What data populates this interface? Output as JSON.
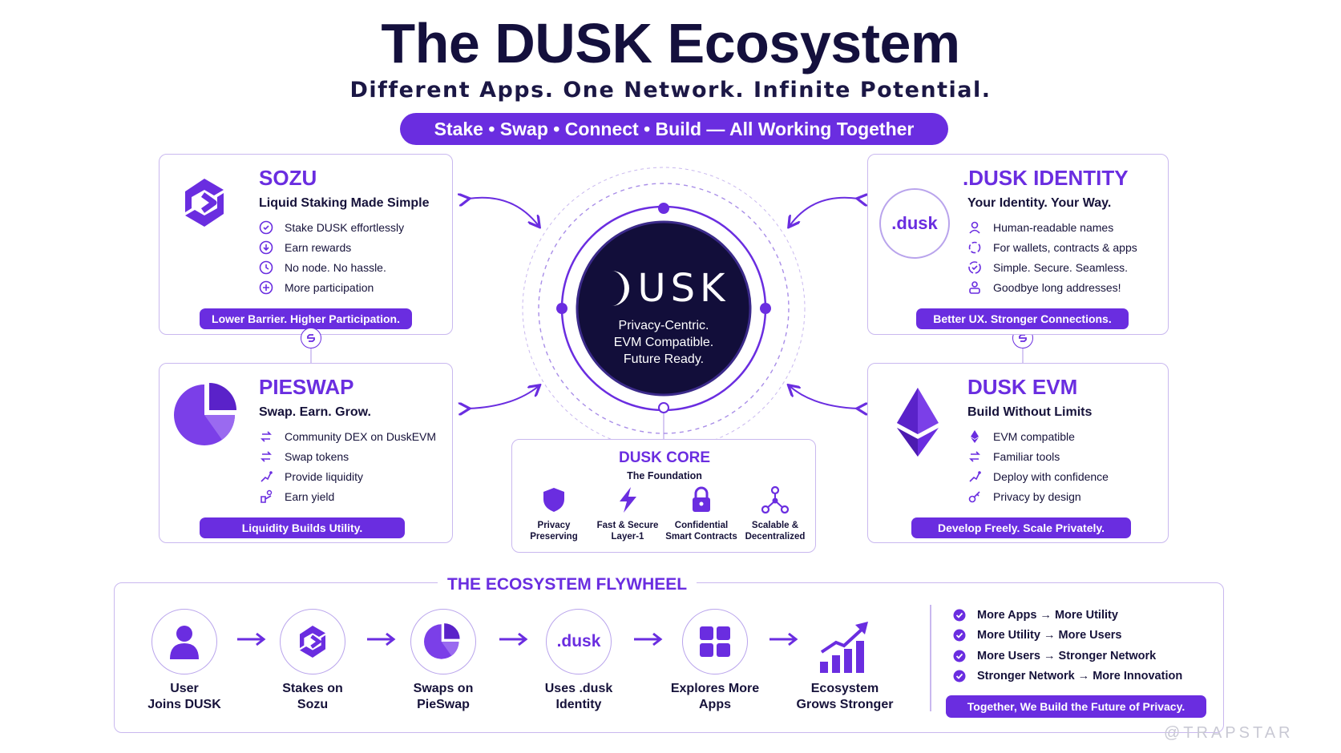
{
  "header": {
    "title": "The DUSK Ecosystem",
    "subtitle": "Different Apps. One Network. Infinite Potential.",
    "tagline": "Stake • Swap • Connect • Build — All Working Together"
  },
  "sozu": {
    "title": "SOZU",
    "subtitle": "Liquid Staking Made Simple",
    "features": [
      "Stake DUSK effortlessly",
      "Earn rewards",
      "No node. No hassle.",
      "More participation"
    ],
    "pill": "Lower Barrier. Higher Participation."
  },
  "pieswap": {
    "title": "PIESWAP",
    "subtitle": "Swap. Earn. Grow.",
    "features": [
      "Community DEX on DuskEVM",
      "Swap tokens",
      "Provide liquidity",
      "Earn yield"
    ],
    "pill": "Liquidity Builds Utility."
  },
  "identity": {
    "title": ".DUSK IDENTITY",
    "logo_text": ".dusk",
    "subtitle": "Your Identity. Your Way.",
    "features": [
      "Human-readable names",
      "For wallets, contracts & apps",
      "Simple. Secure. Seamless.",
      "Goodbye long addresses!"
    ],
    "pill": "Better UX. Stronger Connections."
  },
  "evm": {
    "title": "DUSK EVM",
    "subtitle": "Build Without Limits",
    "features": [
      "EVM compatible",
      "Familiar tools",
      "Deploy with confidence",
      "Privacy by design"
    ],
    "pill": "Develop Freely. Scale Privately."
  },
  "hub": {
    "logo": "USK",
    "lines": [
      "Privacy-Centric.",
      "EVM Compatible.",
      "Future Ready."
    ]
  },
  "core": {
    "title": "DUSK CORE",
    "subtitle": "The Foundation",
    "items": [
      {
        "l1": "Privacy",
        "l2": "Preserving",
        "icon": "shield-icon"
      },
      {
        "l1": "Fast & Secure",
        "l2": "Layer-1",
        "icon": "lightning-icon"
      },
      {
        "l1": "Confidential",
        "l2": "Smart Contracts",
        "icon": "lock-icon"
      },
      {
        "l1": "Scalable &",
        "l2": "Decentralized",
        "icon": "network-icon"
      }
    ]
  },
  "flywheel": {
    "title": "THE ECOSYSTEM FLYWHEEL",
    "steps": [
      {
        "l1": "User",
        "l2": "Joins DUSK",
        "icon": "user-icon"
      },
      {
        "l1": "Stakes on",
        "l2": "Sozu",
        "icon": "sozu-icon"
      },
      {
        "l1": "Swaps on",
        "l2": "PieSwap",
        "icon": "pie-icon"
      },
      {
        "l1": "Uses .dusk",
        "l2": "Identity",
        "icon": "dusk-identity-icon"
      },
      {
        "l1": "Explores More",
        "l2": "Apps",
        "icon": "apps-grid-icon"
      },
      {
        "l1": "Ecosystem",
        "l2": "Grows Stronger",
        "icon": "growth-chart-icon"
      }
    ],
    "dusk_text": ".dusk",
    "chain": [
      "More Apps → More Utility",
      "More Utility → More Users",
      "More Users → Stronger Network",
      "Stronger Network → More Innovation"
    ],
    "pill": "Together, We Build the Future of Privacy."
  },
  "watermark": "@TRAPSTAR",
  "colors": {
    "accent": "#6a2de0",
    "dark": "#14103d",
    "border": "#c9b8ef"
  }
}
